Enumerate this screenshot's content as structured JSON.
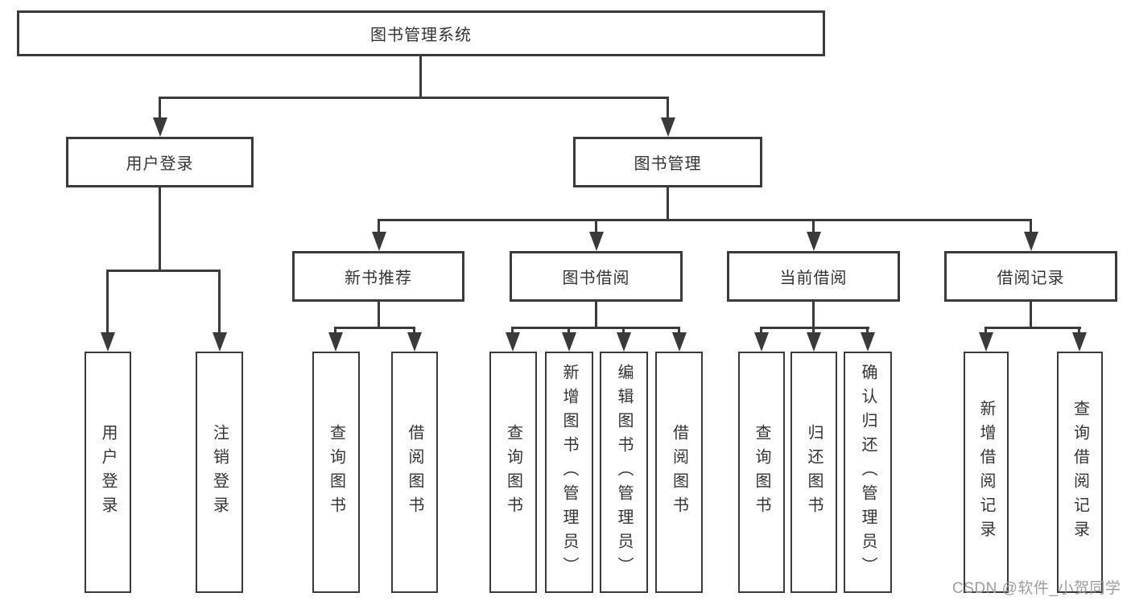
{
  "diagram": {
    "title": "图书管理系统",
    "type": "hierarchy-tree"
  },
  "tree": {
    "root": {
      "label": "图书管理系统",
      "children": [
        {
          "label": "用户登录",
          "children": [
            {
              "label": "用户登录"
            },
            {
              "label": "注销登录"
            }
          ]
        },
        {
          "label": "图书管理",
          "children": [
            {
              "label": "新书推荐",
              "children": [
                {
                  "label": "查询图书"
                },
                {
                  "label": "借阅图书"
                }
              ]
            },
            {
              "label": "图书借阅",
              "children": [
                {
                  "label": "查询图书"
                },
                {
                  "label": "新增图书（管理员）"
                },
                {
                  "label": "编辑图书（管理员）"
                },
                {
                  "label": "借阅图书"
                }
              ]
            },
            {
              "label": "当前借阅",
              "children": [
                {
                  "label": "查询图书"
                },
                {
                  "label": "归还图书"
                },
                {
                  "label": "确认归还（管理员）"
                }
              ]
            },
            {
              "label": "借阅记录",
              "children": [
                {
                  "label": "新增借阅记录"
                },
                {
                  "label": "查询借阅记录"
                }
              ]
            }
          ]
        }
      ]
    }
  },
  "watermark": {
    "text": "CSDN @软件_小贺同学",
    "color": "#9c9c9c"
  },
  "colors": {
    "line": "#3a3a3a",
    "box_border": "#3a3a3a",
    "text": "#333333",
    "background": "#ffffff"
  }
}
